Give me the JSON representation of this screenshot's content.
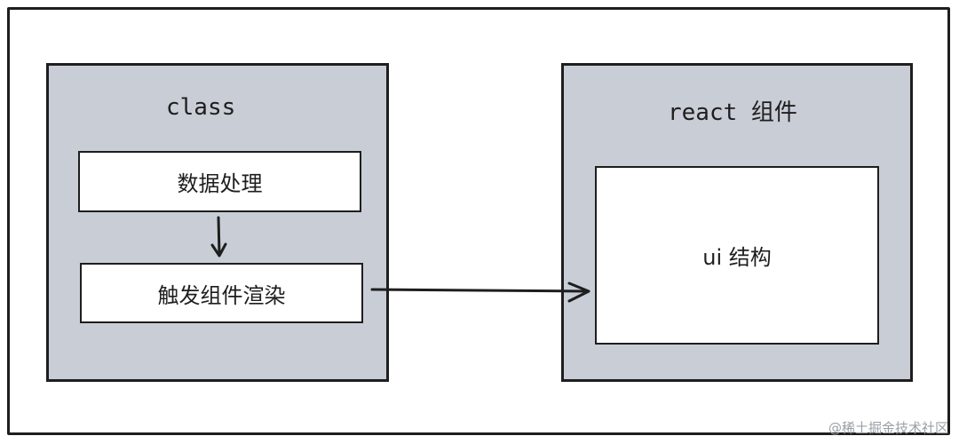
{
  "class_panel": {
    "title": "class"
  },
  "data_box": {
    "label": "数据处理"
  },
  "render_box": {
    "label": "触发组件渲染"
  },
  "react_panel": {
    "title": "react 组件"
  },
  "ui_box": {
    "label": "ui 结构"
  },
  "watermark": {
    "text": "@稀土掘金技术社区"
  },
  "colors": {
    "panel_fill": "#c9cdd6",
    "stroke": "#1e1e1e",
    "box_fill": "#ffffff"
  }
}
